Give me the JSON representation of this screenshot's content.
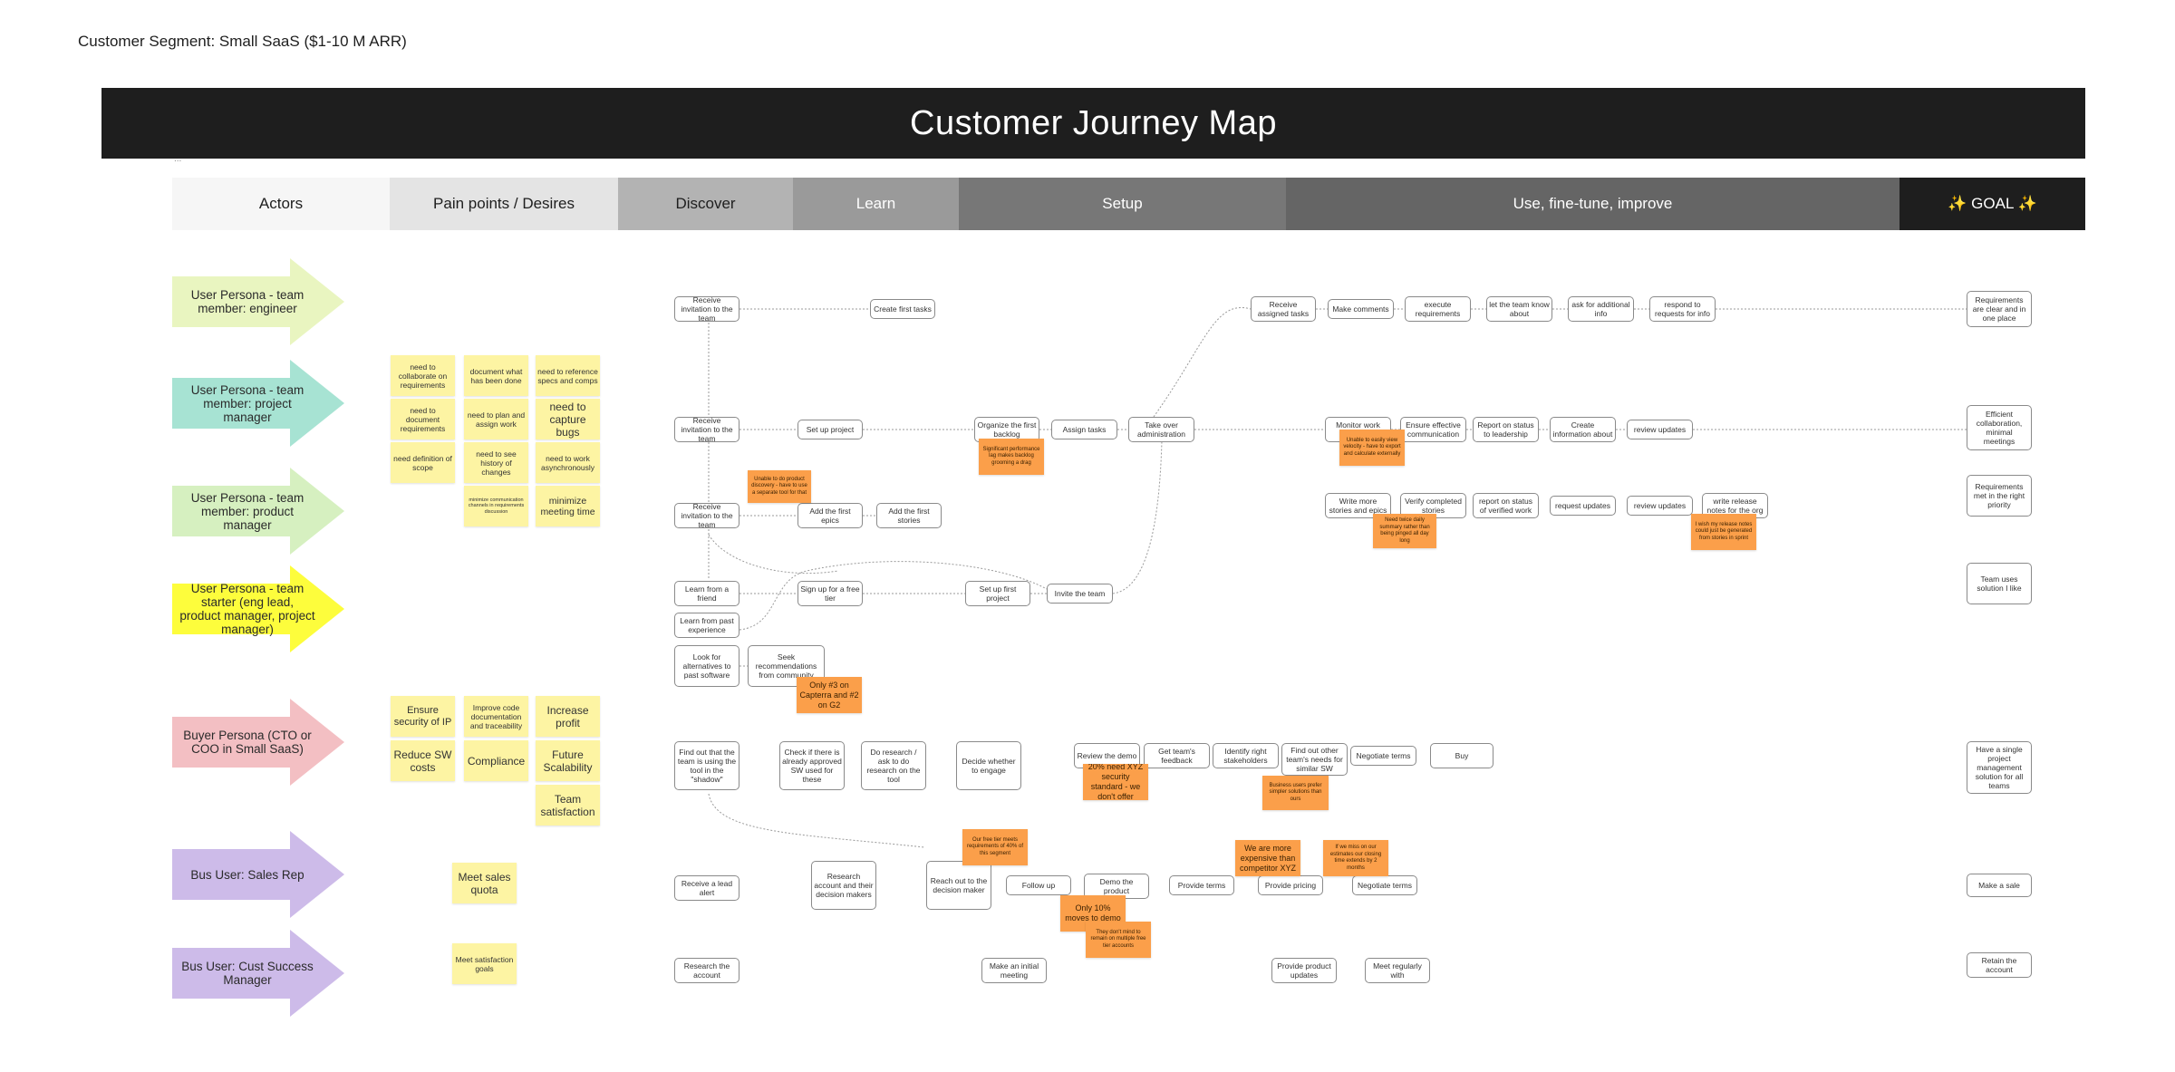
{
  "segment": "Customer Segment: Small SaaS ($1-10 M ARR)",
  "title": "Customer Journey Map",
  "ellipsis": "...",
  "columns": [
    "Actors",
    "Pain points / Desires",
    "Discover",
    "Learn",
    "Setup",
    "Use, fine-tune, improve",
    "✨ GOAL ✨"
  ],
  "actors": [
    {
      "label": "User Persona - team member: engineer",
      "color": "#e9f5c0"
    },
    {
      "label": "User Persona - team member: project manager",
      "color": "#a7e3d3"
    },
    {
      "label": "User Persona - team member: product manager",
      "color": "#d6f0c0"
    },
    {
      "label": "User Persona - team starter (eng lead, product manager, project manager)",
      "color": "#fdfd3c"
    },
    {
      "label": "Buyer Persona (CTO or COO in Small SaaS)",
      "color": "#f3bfc3"
    },
    {
      "label": "Bus User: Sales Rep",
      "color": "#cdbbe9"
    },
    {
      "label": "Bus User: Cust Success Manager",
      "color": "#cdbbe9"
    }
  ],
  "pain_points": [
    "need to collaborate on requirements",
    "document what has been done",
    "need to reference specs and comps",
    "need to document requirements",
    "need to plan and assign work",
    "need to capture bugs",
    "need definition of scope",
    "need to see history of changes",
    "need to work asynchronously",
    "minimize communication channels in requirements discussion",
    "minimize meeting time",
    "Ensure security of IP",
    "Improve code documentation and traceability",
    "Increase profit",
    "Reduce SW costs",
    "Compliance",
    "Future Scalability",
    "Team satisfaction",
    "Meet sales quota",
    "Meet satisfaction goals"
  ],
  "nodes": [
    "Receive invitation to the team",
    "Create first tasks",
    "Receive assigned tasks",
    "Make comments",
    "execute requirements",
    "let the team know about",
    "ask for additional info",
    "respond to requests for info",
    "Requirements are clear and in one place",
    "Receive invitation to the team",
    "Set up project",
    "Organize the first backlog",
    "Assign tasks",
    "Take over administration",
    "Monitor work velocity",
    "Ensure effective communication",
    "Report on status to leadership",
    "Create information about",
    "review updates",
    "Efficient collaboration, minimal meetings",
    "Receive invitation to the team",
    "Add the first epics",
    "Add the first stories",
    "Write more stories and epics",
    "Verify completed stories",
    "report on status of verified work",
    "request updates",
    "review updates",
    "write release notes for the org",
    "Requirements met in the right priority",
    "Learn from a friend",
    "Sign up for a free tier",
    "Set up first project",
    "Invite the team",
    "Learn from past experience",
    "Team uses solution I like",
    "Look for alternatives to past software",
    "Seek recommendations from community",
    "Find out that the team is using the tool in the \"shadow\"",
    "Check if there is already approved SW used for these",
    "Do research / ask to do research on the tool",
    "Decide whether to engage",
    "Review the demo",
    "Get team's feedback",
    "Identify right stakeholders",
    "Find out other team's needs for similar SW",
    "Negotiate terms",
    "Buy",
    "Have a single project management solution for all teams",
    "Receive a lead alert",
    "Research account and their decision makers",
    "Reach out to the decision maker",
    "Follow up",
    "Demo the product",
    "Provide terms",
    "Provide pricing",
    "Negotiate terms",
    "Make a sale",
    "Research the account",
    "Make an initial meeting",
    "Provide product updates",
    "Meet regularly with",
    "Retain the account"
  ],
  "insights": [
    "Unable to do product discovery - have to use a separate tool for that",
    "Significant performance lag makes backlog grooming a drag",
    "Unable to easily view velocity - have to export and calculate externally",
    "Need twice daily summary rather than being pinged all day long",
    "I wish my release notes could just be generated from stories in sprint",
    "Only #3 on Capterra and #2 on G2",
    "20% need XYZ security standard - we don't offer",
    "Business users prefer simpler solutions than ours",
    "Our free tier meets requirements of 40% of this segment",
    "We are more expensive than competitor XYZ",
    "If we miss on our estimates our closing time extends by 2 months",
    "Only 10% moves to demo",
    "They don't mind to remain on multiple free tier accounts"
  ],
  "colors": {
    "banner": "#1e1e1e",
    "sticky": "#fdf4a3",
    "insight": "#fb9f4a",
    "col_actors": "#f6f6f6",
    "col_pain": "#e4e4e4",
    "col_discover": "#b3b3b3",
    "col_learn": "#9a9a9a",
    "col_setup": "#777777",
    "col_use": "#656565",
    "col_goal": "#1e1e1e"
  }
}
